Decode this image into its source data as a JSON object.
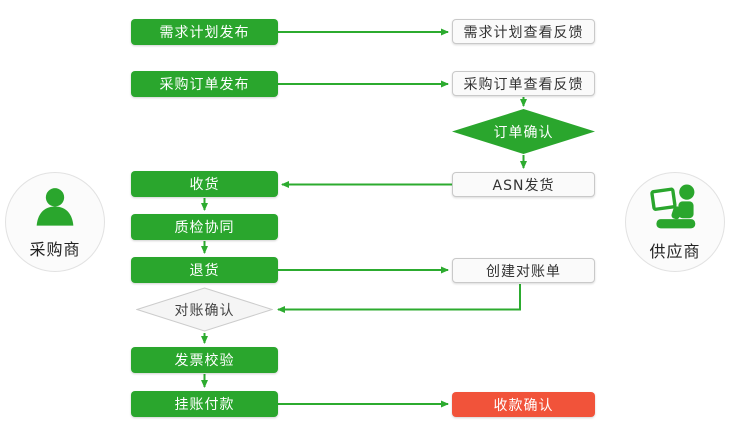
{
  "actors": {
    "buyer": {
      "label": "采购商"
    },
    "supplier": {
      "label": "供应商"
    }
  },
  "nodes": {
    "demand_plan_publish": "需求计划发布",
    "demand_plan_feedback": "需求计划查看反馈",
    "po_publish": "采购订单发布",
    "po_feedback": "采购订单查看反馈",
    "order_confirm": "订单确认",
    "asn_ship": "ASN发货",
    "receive_goods": "收货",
    "quality_collab": "质检协同",
    "return_goods": "退货",
    "create_statement": "创建对账单",
    "statement_confirm": "对账确认",
    "invoice_verify": "发票校验",
    "pay_on_account": "挂账付款",
    "receipt_confirm": "收款确认"
  },
  "colors": {
    "process_green": "#2aa62d",
    "arrow_green": "#2cab2f",
    "final_red": "#f1533a",
    "white_box_bg": "#fafafa",
    "white_box_border": "#c9c9c9",
    "diamond_white_bg": "#f5f5f5"
  }
}
